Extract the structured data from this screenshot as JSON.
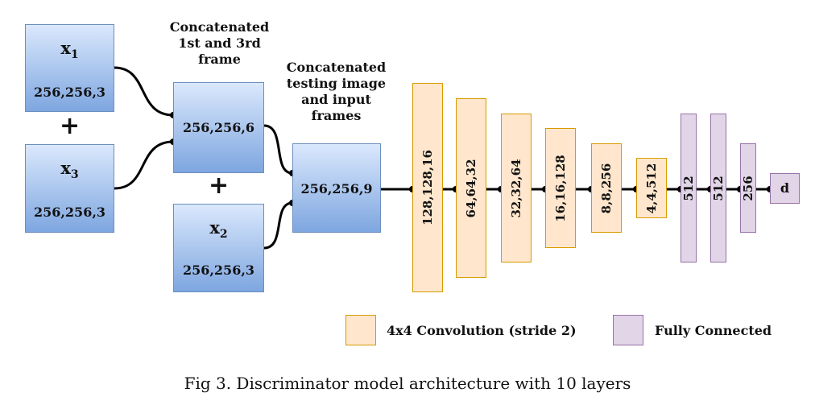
{
  "inputs": {
    "x1": {
      "var": "x",
      "sub": "1",
      "dims": "256,256,3"
    },
    "x3": {
      "var": "x",
      "sub": "3",
      "dims": "256,256,3"
    },
    "x2": {
      "var": "x",
      "sub": "2",
      "dims": "256,256,3"
    },
    "concat13": {
      "dims": "256,256,6"
    },
    "concat_all": {
      "dims": "256,256,9"
    }
  },
  "plus_sign": "+",
  "labels": {
    "concat13": [
      "Concatenated",
      "1st and 3rd",
      "frame"
    ],
    "concat_all": [
      "Concatenated",
      "testing image",
      "and input",
      "frames"
    ]
  },
  "conv_layers": [
    "128,128,16",
    "64,64,32",
    "32,32,64",
    "16,16,128",
    "8,8,256",
    "4,4,512"
  ],
  "fc_layers": [
    "512",
    "512",
    "256"
  ],
  "output": "d",
  "legend": {
    "conv": "4x4 Convolution (stride 2)",
    "fc": "Fully Connected"
  },
  "colors": {
    "conv_fill": "#ffe6cc",
    "conv_stroke": "#d79b00",
    "fc_fill": "#e1d5e7",
    "fc_stroke": "#9673a6",
    "input_fill_top": "#dae8fc",
    "input_fill_bottom": "#7ea6e0"
  },
  "caption": "Fig 3. Discriminator model architecture with 10 layers"
}
